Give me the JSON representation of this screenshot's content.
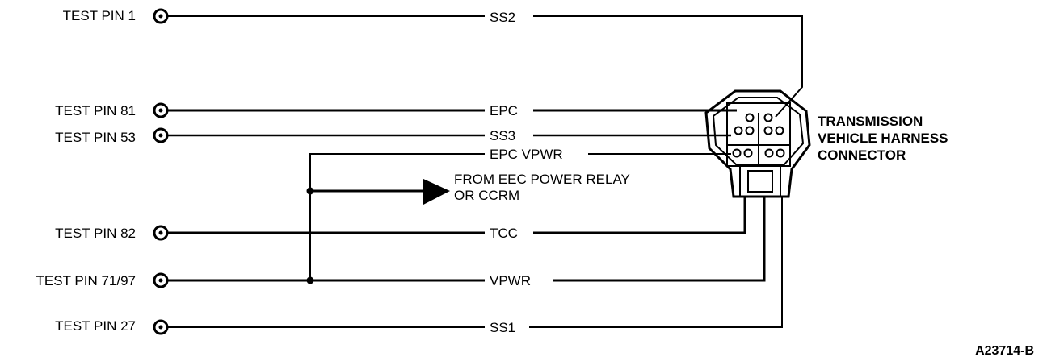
{
  "pins": [
    {
      "label": "TEST PIN 1",
      "signal": "SS2"
    },
    {
      "label": "TEST PIN 81",
      "signal": "EPC"
    },
    {
      "label": "TEST PIN 53",
      "signal": "SS3"
    },
    {
      "label": "TEST PIN 82",
      "signal": "TCC"
    },
    {
      "label": "TEST PIN 71/97",
      "signal": "VPWR"
    },
    {
      "label": "TEST PIN 27",
      "signal": "SS1"
    }
  ],
  "epc_vpwr_label": "EPC VPWR",
  "power_note": {
    "line1": "FROM EEC POWER RELAY",
    "line2": "OR CCRM"
  },
  "connector": {
    "line1": "TRANSMISSION",
    "line2": "VEHICLE HARNESS",
    "line3": "CONNECTOR"
  },
  "figure_id": "A23714-B"
}
